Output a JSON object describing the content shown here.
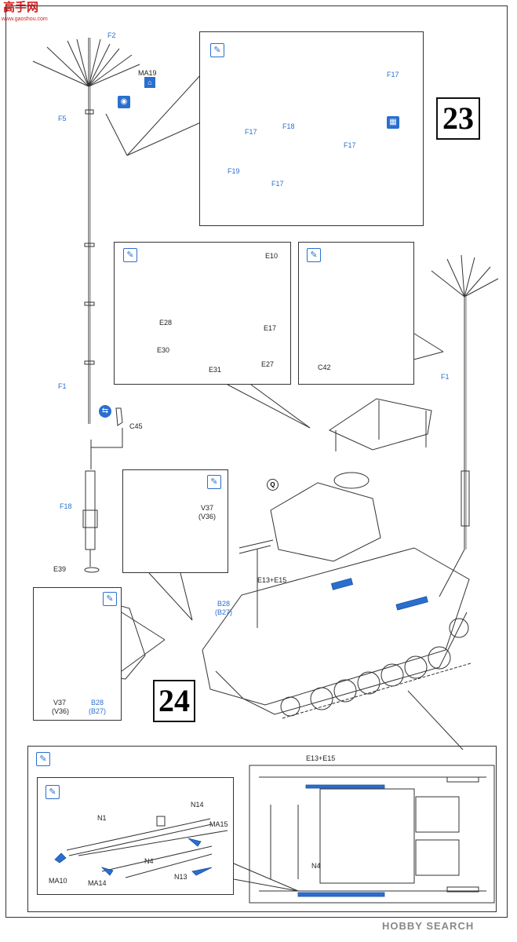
{
  "watermark": {
    "logo_text": "高手网",
    "url": "www.gaoshou.com",
    "brand": "HOBBY SEARCH"
  },
  "steps": {
    "step_23": "23",
    "step_24": "24"
  },
  "colors": {
    "accent_blue": "#2a6fcf",
    "line": "#333333",
    "watermark_red": "#d42020"
  },
  "icons": [
    "glue-icon",
    "paint-icon",
    "cement-icon",
    "option-icon",
    "attention-icon"
  ],
  "labels": {
    "f2": "F2",
    "ma19": "MA19",
    "f5": "F5",
    "f1_left": "F1",
    "c45": "C45",
    "f18_left": "F18",
    "e39": "E39",
    "f17_a": "F17",
    "f17_b": "F17",
    "f17_c": "F17",
    "f17_d": "F17",
    "f18_top": "F18",
    "f19": "F19",
    "e10": "E10",
    "e28": "E28",
    "e17": "E17",
    "e30": "E30",
    "e27": "E27",
    "e31": "E31",
    "c42": "C42",
    "f1_right": "F1",
    "v37_a": "V37",
    "v36_a": "(V36)",
    "e13_e15_tank": "E13+E15",
    "b28_tank": "B28",
    "b27_tank": "(B27)",
    "v37_b": "V37",
    "v36_b": "(V36)",
    "b28_b": "B28",
    "b27_b": "(B27)",
    "e13_e15_bottom": "E13+E15",
    "n4_bottom": "N4",
    "n1": "N1",
    "n14": "N14",
    "ma15": "MA15",
    "n4_inset": "N4",
    "n13": "N13",
    "ma10": "MA10",
    "ma14": "MA14"
  }
}
